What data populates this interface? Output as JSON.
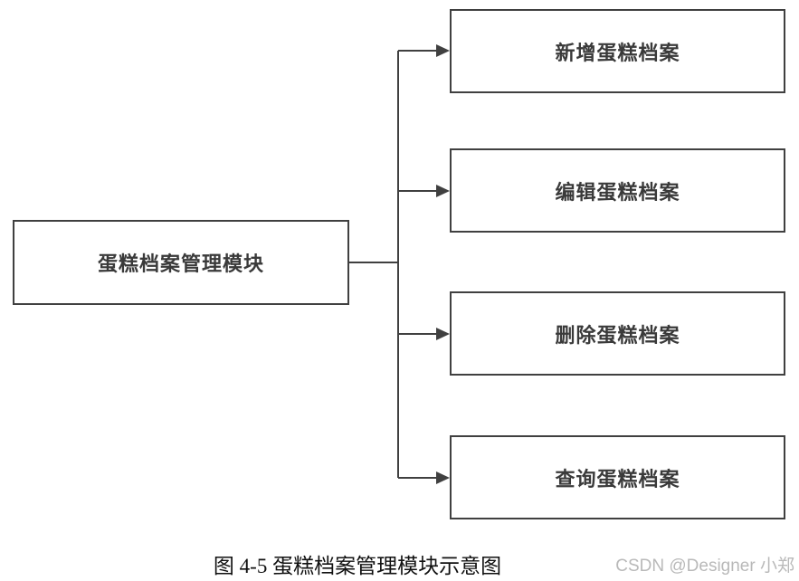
{
  "diagram": {
    "type": "module-tree",
    "root": {
      "label": "蛋糕档案管理模块"
    },
    "children": [
      {
        "label": "新增蛋糕档案"
      },
      {
        "label": "编辑蛋糕档案"
      },
      {
        "label": "删除蛋糕档案"
      },
      {
        "label": "查询蛋糕档案"
      }
    ]
  },
  "caption": "图 4-5 蛋糕档案管理模块示意图",
  "watermark": "CSDN @Designer 小郑",
  "colors": {
    "line": "#404040",
    "box_border": "#404040",
    "box_text": "#3a3a3a",
    "caption_text": "#111111",
    "watermark_text": "#b9b9b9",
    "background": "#ffffff"
  }
}
